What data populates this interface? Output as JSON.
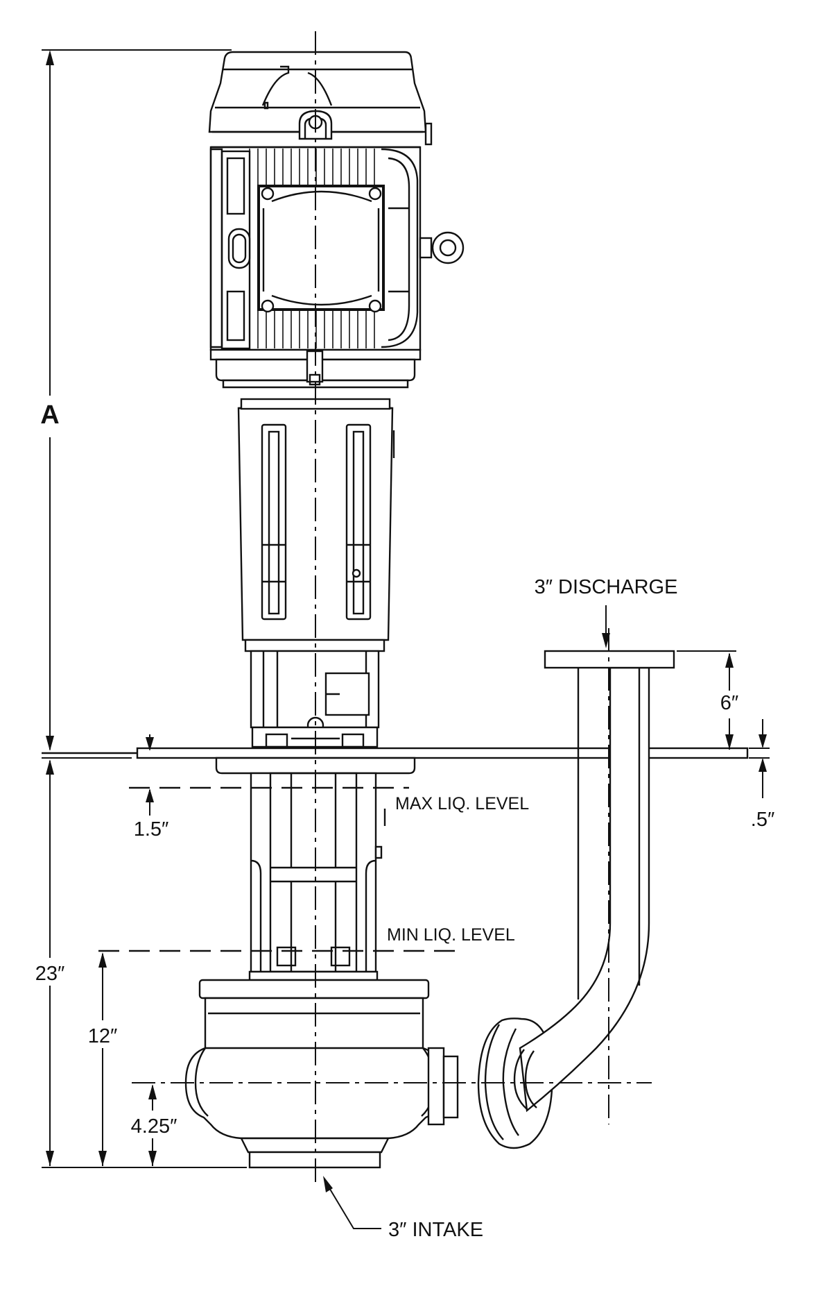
{
  "labels": {
    "dim_a": "A",
    "discharge": "3″ DISCHARGE",
    "dim_discharge_height": "6″",
    "dim_plate": ".5″",
    "max_level": "MAX LIQ. LEVEL",
    "dim_max_level": "1.5″",
    "min_level": "MIN LIQ. LEVEL",
    "dim_total_below": "23″",
    "dim_min_level": "12″",
    "dim_centerline": "4.25″",
    "intake": "3″ INTAKE"
  }
}
